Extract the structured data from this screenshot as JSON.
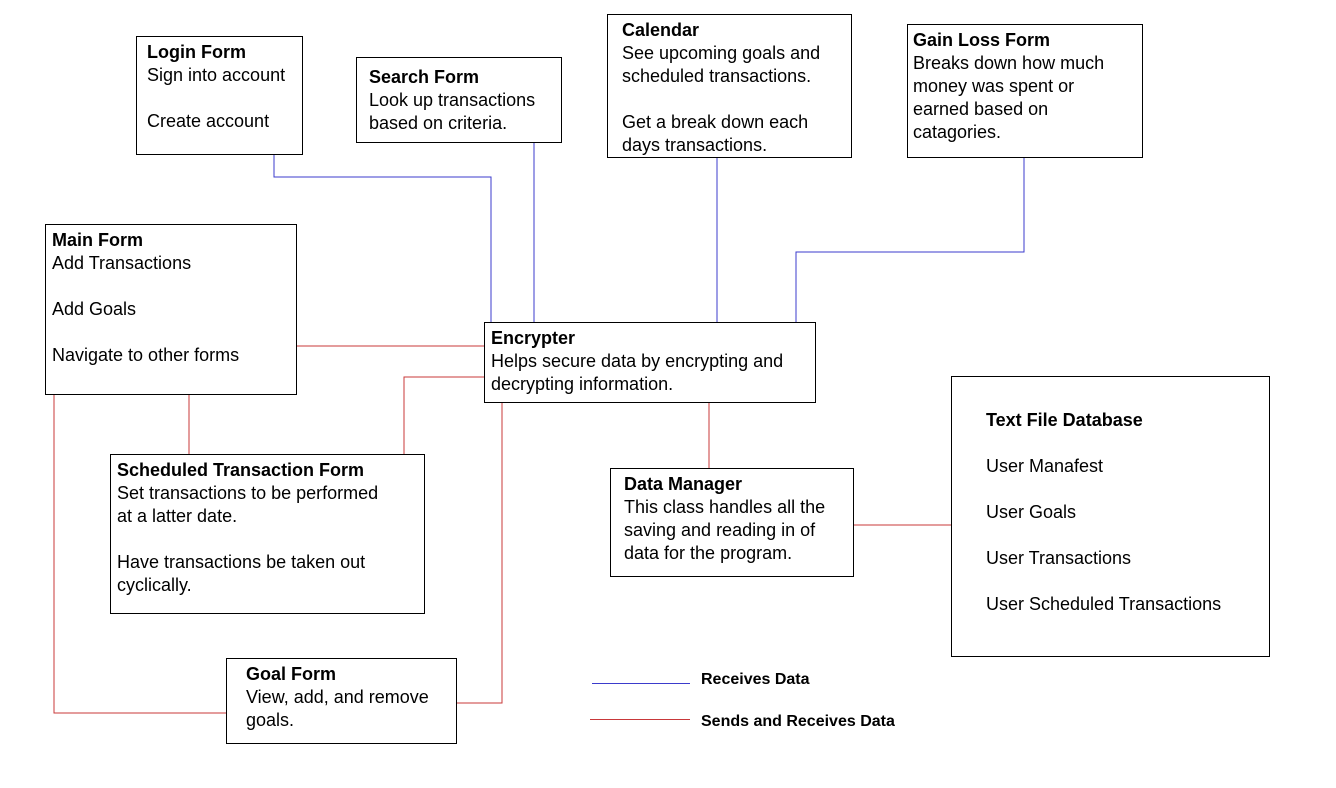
{
  "nodes": {
    "login": {
      "title": "Login Form",
      "lines": [
        "Sign into account",
        "",
        "Create account"
      ]
    },
    "search": {
      "title": "Search Form",
      "lines": [
        "Look up transactions",
        "based on criteria."
      ]
    },
    "calendar": {
      "title": "Calendar",
      "lines": [
        "See upcoming goals and",
        "scheduled transactions.",
        "",
        "Get a break down each",
        "days transactions."
      ]
    },
    "gainloss": {
      "title": "Gain Loss Form",
      "lines": [
        "Breaks down how much",
        "money was spent or",
        "earned based on",
        "catagories."
      ]
    },
    "main": {
      "title": "Main Form",
      "lines": [
        "Add Transactions",
        "",
        "Add Goals",
        "",
        "Navigate to other forms"
      ]
    },
    "encrypter": {
      "title": "Encrypter",
      "lines": [
        "Helps secure data by encrypting and",
        "decrypting information."
      ]
    },
    "scheduled": {
      "title": "Scheduled Transaction Form",
      "lines": [
        "Set transactions to be performed",
        "at a latter date.",
        "",
        "Have transactions be taken out",
        "cyclically."
      ]
    },
    "datamanager": {
      "title": "Data Manager",
      "lines": [
        "This class handles all the",
        "saving and reading in of",
        "data for the program."
      ]
    },
    "goal": {
      "title": "Goal Form",
      "lines": [
        "View, add, and remove",
        "goals."
      ]
    },
    "database": {
      "title": "Text File Database",
      "items": [
        "User Manafest",
        "User Goals",
        "User Transactions",
        "User Scheduled Transactions"
      ]
    }
  },
  "legend": {
    "receives": {
      "label": "Receives Data",
      "color": "#3b3bcc"
    },
    "sends_receives": {
      "label": "Sends and Receives Data",
      "color": "#c8383a"
    }
  }
}
